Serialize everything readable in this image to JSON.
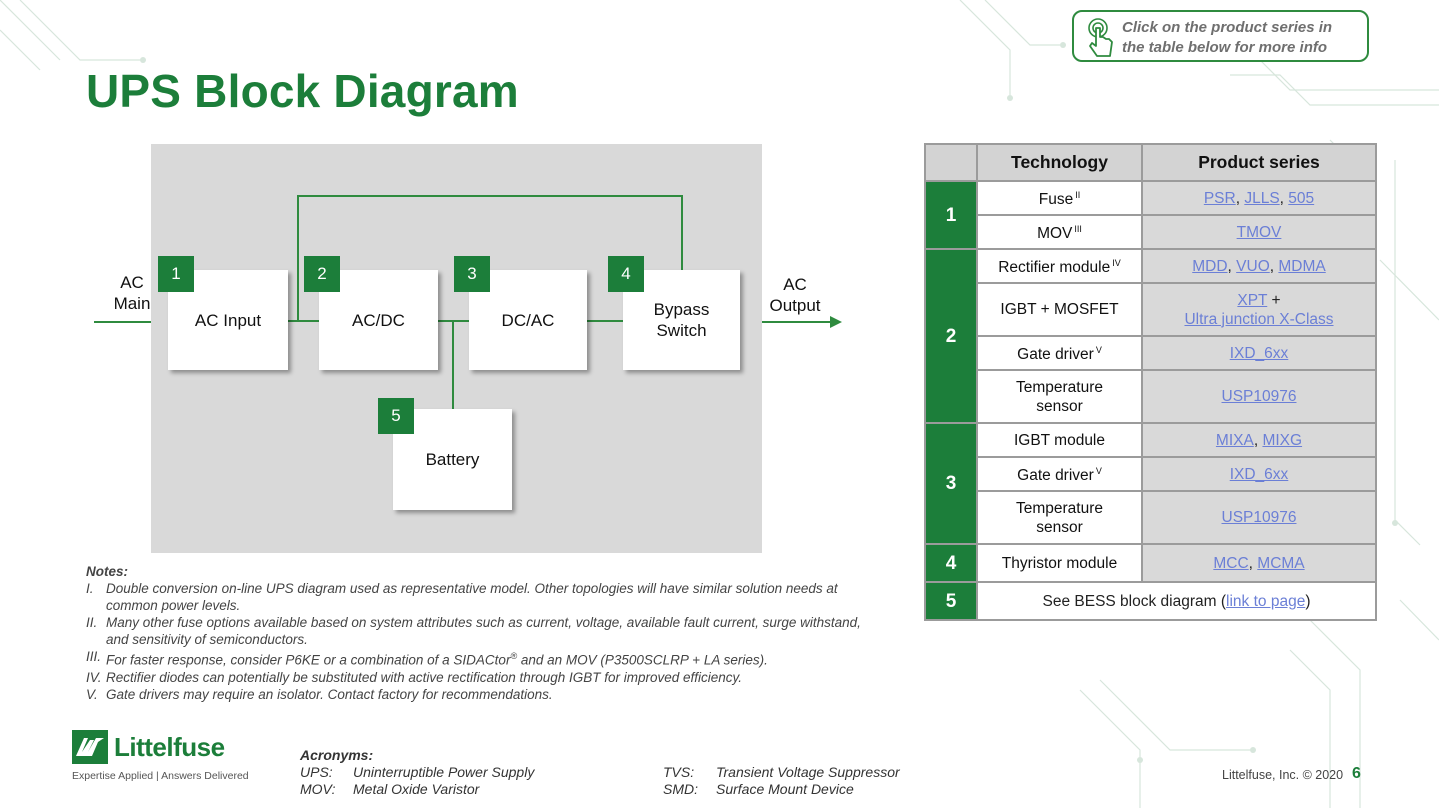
{
  "slide": {
    "title": "UPS Block Diagram",
    "hint_line1": "Click on the product series in",
    "hint_line2": "the table below for more info",
    "copyright": "Littelfuse, Inc. © 2020",
    "page_number": "6"
  },
  "logo": {
    "name": "Littelfuse",
    "tagline": "Expertise Applied | Answers Delivered"
  },
  "diagram": {
    "input_label_1": "AC",
    "input_label_2": "Main",
    "output_label_1": "AC",
    "output_label_2": "Output",
    "blocks": [
      {
        "num": "1",
        "label_1": "AC Input",
        "label_2": ""
      },
      {
        "num": "2",
        "label_1": "AC/DC",
        "label_2": ""
      },
      {
        "num": "3",
        "label_1": "DC/AC",
        "label_2": ""
      },
      {
        "num": "4",
        "label_1": "Bypass",
        "label_2": "Switch"
      },
      {
        "num": "5",
        "label_1": "Battery",
        "label_2": ""
      }
    ]
  },
  "table": {
    "header": {
      "blank": "",
      "technology": "Technology",
      "product_series": "Product series"
    },
    "groups": [
      {
        "num": "1",
        "rows": [
          {
            "tech": "Fuse",
            "sup": "II",
            "products": [
              "PSR",
              "JLLS",
              "505"
            ]
          },
          {
            "tech": "MOV",
            "sup": "III",
            "products": [
              "TMOV"
            ]
          }
        ]
      },
      {
        "num": "2",
        "rows": [
          {
            "tech": "Rectifier module",
            "sup": "IV",
            "products": [
              "MDD",
              "VUO",
              "MDMA"
            ]
          },
          {
            "tech": "IGBT + MOSFET",
            "sup": "",
            "products": [
              "XPT",
              "Ultra junction X-Class"
            ]
          },
          {
            "tech": "Gate driver",
            "sup": "V",
            "products": [
              "IXD_6xx"
            ]
          },
          {
            "tech_1": "Temperature",
            "tech_2": "sensor",
            "sup": "",
            "products": [
              "USP10976"
            ]
          }
        ]
      },
      {
        "num": "3",
        "rows": [
          {
            "tech": "IGBT module",
            "sup": "",
            "products": [
              "MIXA",
              "MIXG"
            ]
          },
          {
            "tech": "Gate driver",
            "sup": "V",
            "products": [
              "IXD_6xx"
            ]
          },
          {
            "tech_1": "Temperature",
            "tech_2": "sensor",
            "sup": "",
            "products": [
              "USP10976"
            ]
          }
        ]
      },
      {
        "num": "4",
        "rows": [
          {
            "tech": "Thyristor module",
            "sup": "",
            "products": [
              "MCC",
              "MCMA"
            ]
          }
        ]
      },
      {
        "num": "5",
        "text_before": "See BESS block diagram (",
        "link": "link to page",
        "text_after": ")"
      }
    ]
  },
  "notes": {
    "heading": "Notes:",
    "items": [
      {
        "roman": "I.",
        "text": "Double conversion on-line UPS diagram used as representative model. Other topologies will have similar solution needs at common power levels."
      },
      {
        "roman": "II.",
        "text": "Many other fuse options available based on system attributes such as current, voltage, available fault current, surge withstand, and sensitivity of semiconductors."
      },
      {
        "roman": "III.",
        "text_before": "For faster response, consider P6KE or a combination of a SIDACtor",
        "reg": "®",
        "text_after": " and an MOV (P3500SCLRP + LA series)."
      },
      {
        "roman": "IV.",
        "text": "Rectifier diodes can potentially be substituted with active rectification through IGBT for improved efficiency."
      },
      {
        "roman": "V.",
        "text": "Gate drivers may require an isolator. Contact factory for recommendations."
      }
    ]
  },
  "acronyms": {
    "heading": "Acronyms:",
    "left": [
      {
        "abbr": "UPS:",
        "full": "Uninterruptible Power Supply"
      },
      {
        "abbr": "MOV:",
        "full": "Metal Oxide Varistor"
      }
    ],
    "right": [
      {
        "abbr": "TVS:",
        "full": "Transient Voltage Suppressor"
      },
      {
        "abbr": "SMD:",
        "full": "Surface Mount Device"
      }
    ]
  },
  "colors": {
    "brand_green": "#1c7e3a",
    "link_blue": "#6b7fd6",
    "diagram_bg": "#d9d9d9"
  }
}
